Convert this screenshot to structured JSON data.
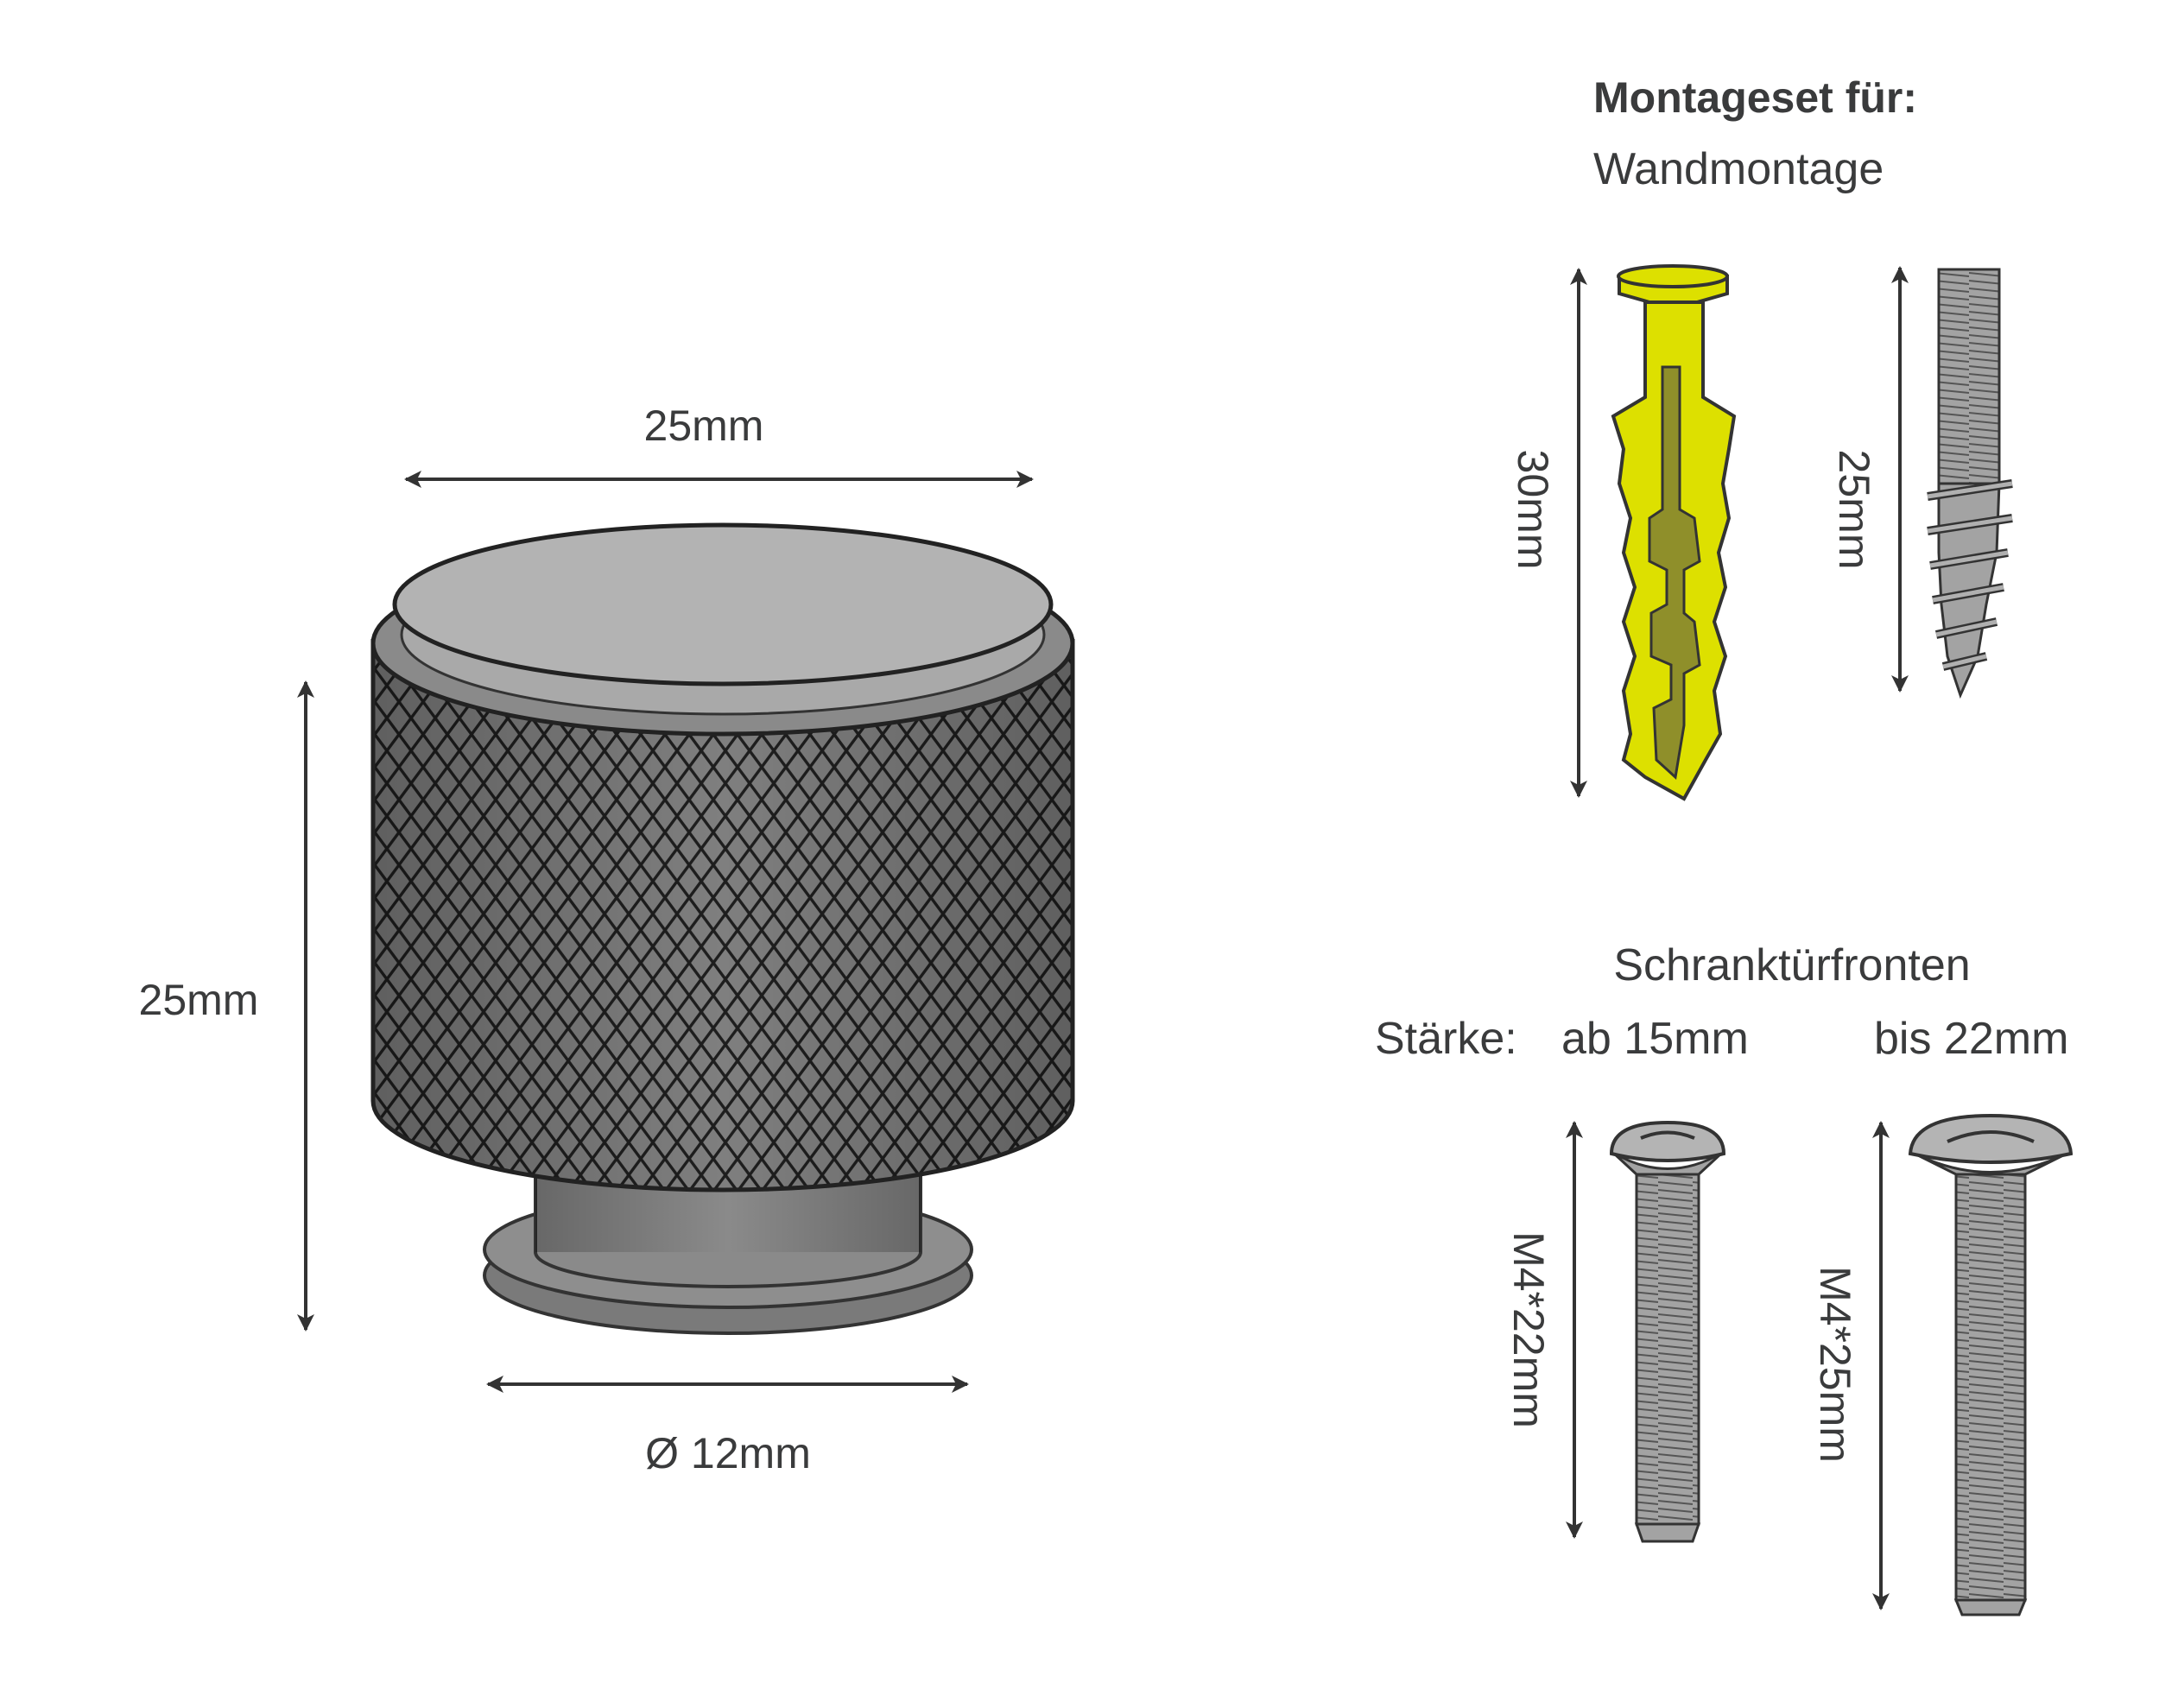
{
  "colors": {
    "line": "#333333",
    "steel_light": "#b4b4b4",
    "steel_mid": "#9b9b9b",
    "steel_dark": "#7a7a7a",
    "knurl_base": "#7c7c7c",
    "anchor_yellow": "#dde000",
    "anchor_shadow": "#8f8f2a",
    "text": "#3a3b3c"
  },
  "knob": {
    "width_label": "25mm",
    "height_label": "25mm",
    "base_label": "Ø 12mm"
  },
  "mounting": {
    "title": "Montageset für:",
    "wall": {
      "label": "Wandmontage",
      "anchor_label": "30mm",
      "screw_label": "25mm"
    },
    "cabinet": {
      "label": "Schranktürfronten",
      "strength_label": "Stärke:",
      "from_label": "ab 15mm",
      "to_label": "bis 22mm",
      "screw_short_label": "M4*22mm",
      "screw_long_label": "M4*25mm"
    }
  },
  "icons": [
    "dimension-arrow-icon",
    "wall-anchor-icon",
    "wood-screw-icon",
    "machine-screw-icon"
  ]
}
